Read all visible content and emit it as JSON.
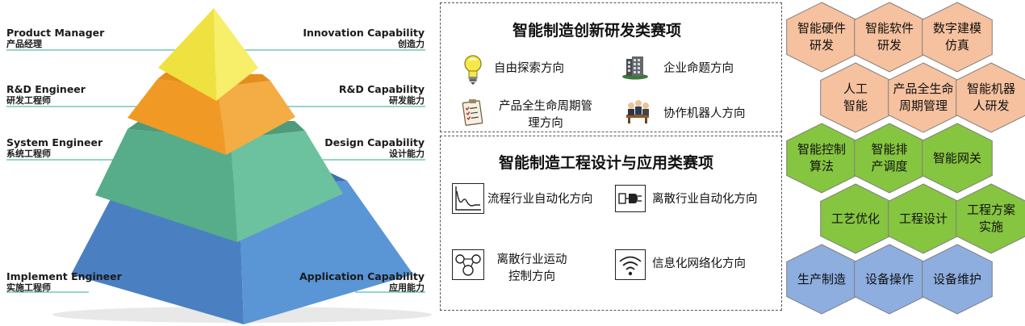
{
  "pyramid": {
    "left_labels": [
      {
        "en": "Product Manager",
        "cn": "产品经理"
      },
      {
        "en": "R&D Engineer",
        "cn": "研发工程师"
      },
      {
        "en": "System Engineer",
        "cn": "系统工程师"
      },
      {
        "en": "Implement Engineer",
        "cn": "实施工程师"
      }
    ],
    "right_labels": [
      {
        "en": "Innovation Capability",
        "cn": "创造力"
      },
      {
        "en": "R&D Capability",
        "cn": "研发能力"
      },
      {
        "en": "Design Capability",
        "cn": "设计能力"
      },
      {
        "en": "Application Capability",
        "cn": "应用能力"
      }
    ],
    "colors": {
      "yellow": "#f2e64a",
      "orange": "#f2a12c",
      "green": "#5fb592",
      "blue": "#4f88c9",
      "line": "#2ea890"
    }
  },
  "innovation_panel": {
    "title": "智能制造创新研发类赛项",
    "items": [
      {
        "text": "自由探索方向",
        "icon": "lightbulb-icon"
      },
      {
        "text": "企业命题方向",
        "icon": "building-icon"
      },
      {
        "text": "产品全生命周期管理方向",
        "line1": "产品全生命周期管",
        "line2": "理方向",
        "icon": "checklist-icon"
      },
      {
        "text": "协作机器人方向",
        "icon": "meeting-icon"
      }
    ]
  },
  "engineering_panel": {
    "title": "智能制造工程设计与应用类赛项",
    "items": [
      {
        "text": "流程行业自动化方向",
        "icon": "process-curve-icon"
      },
      {
        "text": "离散行业自动化方向",
        "icon": "plug-icon"
      },
      {
        "text": "离散行业运动控制方向",
        "line1": "离散行业运动",
        "line2": "控制方向",
        "icon": "motion-control-icon"
      },
      {
        "text": "信息化网络化方向",
        "icon": "wifi-icon"
      }
    ]
  },
  "hexagons": {
    "colors": {
      "orange": "#f6c19f",
      "green": "#86c540",
      "blue": "#8eaee0",
      "stroke": "#7f7f7f"
    },
    "cells": [
      {
        "line1": "智能硬件",
        "line2": "研发",
        "color": "orange"
      },
      {
        "line1": "智能软件",
        "line2": "研发",
        "color": "orange"
      },
      {
        "line1": "数字建模",
        "line2": "仿真",
        "color": "orange"
      },
      {
        "line1": "人工",
        "line2": "智能",
        "color": "orange"
      },
      {
        "line1": "产品全生命",
        "line2": "周期管理",
        "color": "orange"
      },
      {
        "line1": "智能机器",
        "line2": "人研发",
        "color": "orange"
      },
      {
        "line1": "智能控制",
        "line2": "算法",
        "color": "green"
      },
      {
        "line1": "智能排",
        "line2": "产调度",
        "color": "green"
      },
      {
        "line1": "智能网关",
        "line2": "",
        "color": "green"
      },
      {
        "line1": "工艺优化",
        "line2": "",
        "color": "green"
      },
      {
        "line1": "工程设计",
        "line2": "",
        "color": "green"
      },
      {
        "line1": "工程方案",
        "line2": "实施",
        "color": "green"
      },
      {
        "line1": "生产制造",
        "line2": "",
        "color": "blue"
      },
      {
        "line1": "设备操作",
        "line2": "",
        "color": "blue"
      },
      {
        "line1": "设备维护",
        "line2": "",
        "color": "blue"
      }
    ]
  }
}
